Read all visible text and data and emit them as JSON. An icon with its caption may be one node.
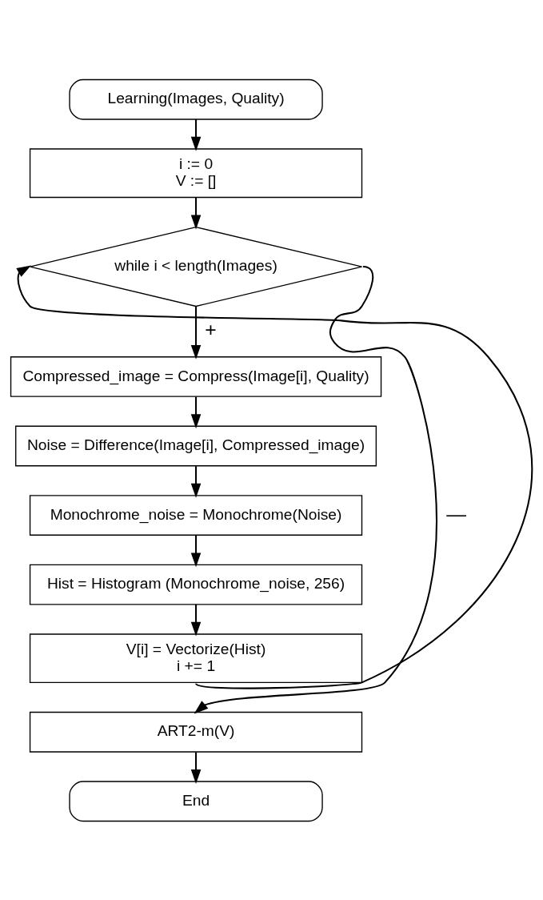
{
  "diagram": {
    "nodes": [
      {
        "text": [
          "Learning(Images, Quality)"
        ]
      },
      {
        "text": [
          "i := 0",
          "V := []"
        ]
      },
      {
        "text": [
          "while i < length(Images)"
        ]
      },
      {
        "text": [
          "Compressed_image = Compress(Image[i], Quality)"
        ]
      },
      {
        "text": [
          "Noise = Difference(Image[i], Compressed_image)"
        ]
      },
      {
        "text": [
          "Monochrome_noise = Monochrome(Noise)"
        ]
      },
      {
        "text": [
          "Hist = Histogram (Monochrome_noise, 256)"
        ]
      },
      {
        "text": [
          "V[i] = Vectorize(Hist)",
          "i += 1"
        ]
      },
      {
        "text": [
          "ART2-m(V)"
        ]
      },
      {
        "text": [
          "End"
        ]
      }
    ],
    "edges": [
      {
        "from": 0,
        "to": 1,
        "arrow": "to"
      },
      {
        "from": 1,
        "to": 2,
        "arrow": "to"
      },
      {
        "from": 2,
        "to": 3,
        "arrow": "to",
        "label": "+"
      },
      {
        "from": 3,
        "to": 4,
        "arrow": "to"
      },
      {
        "from": 4,
        "to": 5,
        "arrow": "to"
      },
      {
        "from": 5,
        "to": 6,
        "arrow": "to"
      },
      {
        "from": 6,
        "to": 7,
        "arrow": "to"
      },
      {
        "from": 7,
        "to": 2,
        "arrow": "to"
      },
      {
        "from": 2,
        "to": 8,
        "arrow": "to",
        "label": "—"
      },
      {
        "from": 8,
        "to": 9,
        "arrow": "to"
      }
    ]
  }
}
